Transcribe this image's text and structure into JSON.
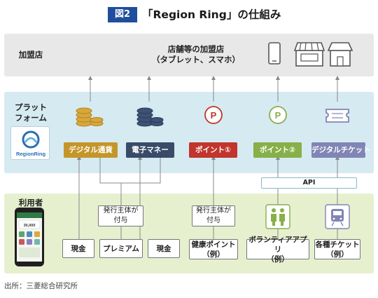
{
  "header": {
    "badge": "図2",
    "title": "「Region Ring」の仕組み"
  },
  "layers": {
    "store": "加盟店",
    "platform_line1": "プラット",
    "platform_line2": "フォーム",
    "user": "利用者"
  },
  "store_text": {
    "line1": "店舗等の加盟店",
    "line2": "（タブレット、スマホ）"
  },
  "services": [
    {
      "label": "デジタル通貨",
      "color": "#c4962a"
    },
    {
      "label": "電子マネー",
      "color": "#3a4b68"
    },
    {
      "label": "ポイント①",
      "color": "#c1352c"
    },
    {
      "label": "ポイント②",
      "color": "#87b049"
    },
    {
      "label": "デジタルチケット",
      "color": "#8185b5"
    }
  ],
  "api_label": "API",
  "user_items": {
    "cash1": "現金",
    "premium": "プレミアム",
    "cash2": "現金",
    "health_line1": "健康ポイント",
    "health_line2": "（例）",
    "volunteer_line1": "ボランティアアプリ",
    "volunteer_line2": "（例）",
    "ticket_line1": "各種チケット",
    "ticket_line2": "（例）"
  },
  "notes": {
    "issuer_line1": "発行主体が",
    "issuer_line2": "付与"
  },
  "logo": {
    "text": "RegionRing"
  },
  "phone": {
    "balance": "30,000"
  },
  "source": "出所：三菱総合研究所",
  "icons": [
    "smartphone-icon",
    "shop-icon",
    "store-icon",
    "coins-icon",
    "point-coin-icon",
    "ticket-icon",
    "people-icon",
    "train-icon"
  ]
}
